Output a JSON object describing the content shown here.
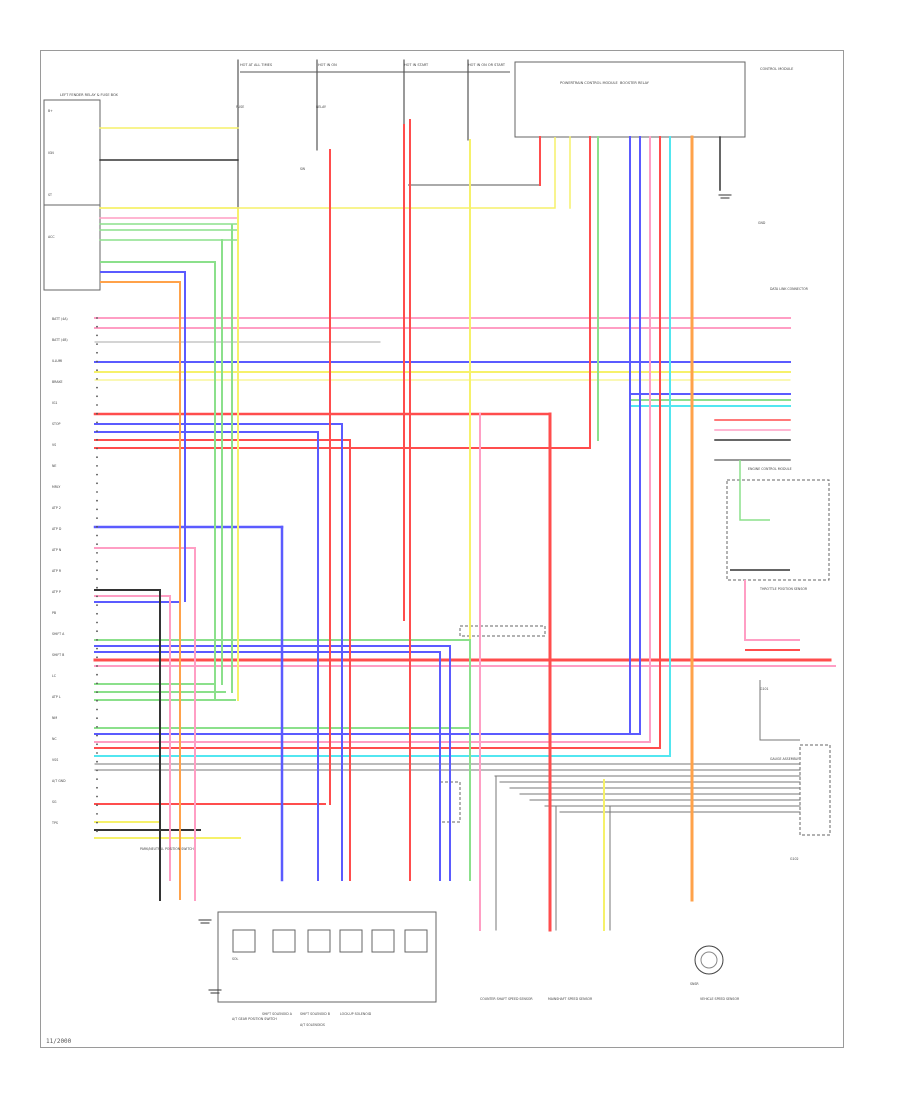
{
  "diagram": {
    "footer_code": "11/2000",
    "colors": {
      "red": "#ff4d4d",
      "pink": "#ff9ec4",
      "yellow": "#f6f16a",
      "green": "#8be08b",
      "blue": "#5b5bff",
      "cyan": "#52e6f0",
      "orange": "#ffa24a",
      "dark": "#333333",
      "gray": "#777777"
    },
    "top_labels": [
      "LEFT FENDER RELAY & FUSE BOX",
      "HOT AT ALL TIMES",
      "HOT IN ON",
      "HOT IN START",
      "HOT IN ON OR START",
      "POWERTRAIN CONTROL MODULE",
      "BOOSTER RELAY",
      "CONTROL MODULE"
    ],
    "bottom_labels": [
      "A/T GEAR POSITION SWITCH",
      "SHIFT SOLENOID A",
      "SHIFT SOLENOID B",
      "LOCK-UP SOLENOID",
      "A/T SOLENOIDS",
      "COUNTER SHAFT SPEED SENSOR",
      "MAINSHAFT SPEED SENSOR",
      "VEHICLE SPEED SENSOR",
      "PARK/NEUTRAL POSITION SWITCH"
    ],
    "left_pins": [
      "BATT (4A)",
      "BATT (4B)",
      "ILLUMI",
      "BRAKE",
      "IG1",
      "STOP",
      "VS",
      "NE",
      "MRLY",
      "ATP 2",
      "ATP D",
      "ATP N",
      "ATP R",
      "ATP P",
      "PB",
      "SHIFT A",
      "SHIFT B",
      "LC",
      "ATP L",
      "NM",
      "NC",
      "VSS",
      "A/T GND",
      "SG",
      "TPS"
    ],
    "right_labels": [
      "DATA LINK CONNECTOR",
      "GAUGE ASSEMBLY",
      "ENGINE CONTROL MODULE",
      "THROTTLE POSITION SENSOR",
      "G101",
      "G102"
    ],
    "left_box_labels": [
      "B+",
      "IGN",
      "ST",
      "ACC"
    ],
    "sub_labels": [
      "FUSE",
      "RELAY",
      "SW",
      "GND",
      "SOL",
      "SNSR"
    ]
  }
}
